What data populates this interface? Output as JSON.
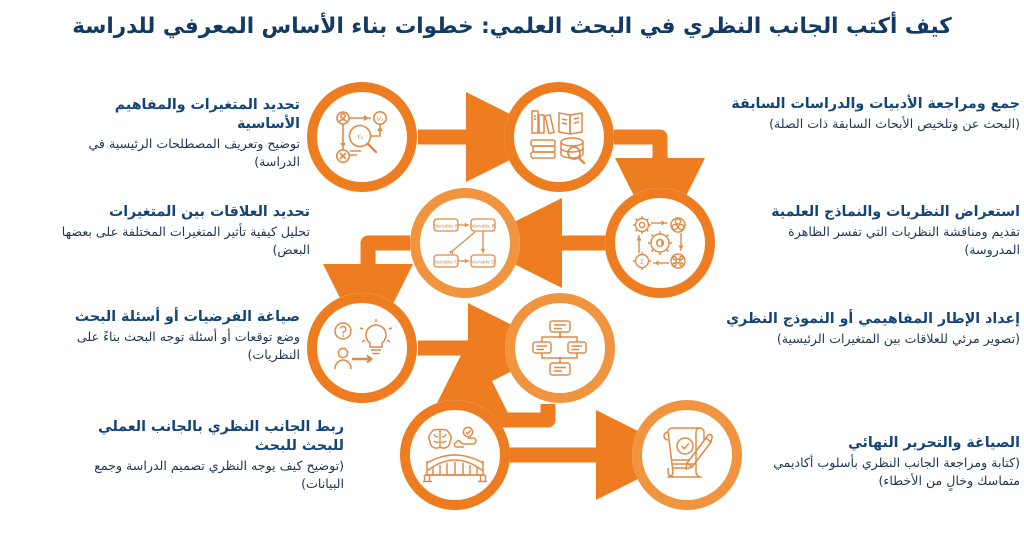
{
  "title": "كيف أكتب الجانب النظري في البحث العلمي: خطوات بناء الأساس المعرفي للدراسة",
  "colors": {
    "title_blue": "#123a63",
    "heading_blue": "#14457a",
    "body_blue": "#1d3557",
    "orange_dark": "#ee7d22",
    "orange_light": "#f0943f",
    "icon_stroke": "#e08a46",
    "background": "#ffffff"
  },
  "steps": [
    {
      "id": 1,
      "heading": "تحديد المتغيرات والمفاهيم الأساسية",
      "subtitle": "توضيح وتعريف المصطلحات الرئيسية في الدراسة)",
      "icon": "variables-magnifier-icon",
      "text_side": "right"
    },
    {
      "id": 2,
      "heading": "جمع ومراجعة الأدبيات والدراسات السابقة",
      "subtitle": "(البحث عن وتلخيص الأبحاث السابقة ذات الصلة)",
      "icon": "books-search-icon",
      "text_side": "left"
    },
    {
      "id": 3,
      "heading": "استعراض النظريات والنماذج العلمية",
      "subtitle": "تقديم ومناقشة النظريات التي تفسر الظاهرة المدروسة)",
      "icon": "gears-cycle-icon",
      "text_side": "left"
    },
    {
      "id": 4,
      "heading": "تحديد العلاقات بين المتغيرات",
      "subtitle": "تحليل كيفية تأثير المتغيرات المختلفة على بعضها البعض)",
      "icon": "relationship-diagram-icon",
      "text_side": "right"
    },
    {
      "id": 5,
      "heading": "صياغة الفرضيات أو أسئلة البحث",
      "subtitle": "وضع توقعات أو أسئلة توجه البحث بناءً على النظريات)",
      "icon": "question-idea-icon",
      "text_side": "right"
    },
    {
      "id": 6,
      "heading": "إعداد الإطار المفاهيمي أو النموذج النظري",
      "subtitle": "(تصوير مرئي للعلاقات بين المتغيرات الرئيسية)",
      "icon": "flowchart-model-icon",
      "text_side": "left"
    },
    {
      "id": 7,
      "heading": "ربط الجانب النظري بالجانب العملي للبحث للبحث",
      "subtitle": "(توضيح كيف يوجه النظري تصميم الدراسة وجمع البيانات)",
      "icon": "brain-bridge-icon",
      "text_side": "right"
    },
    {
      "id": 8,
      "heading": "الصياغة والتحرير النهائي",
      "subtitle": "(كتابة ومراجعة الجانب النظري بأسلوب أكاديمي متماسك وخالٍ من الأخطاء)",
      "icon": "document-approved-pencil-icon",
      "text_side": "left"
    }
  ],
  "connectors": [
    {
      "from": 1,
      "to": 2,
      "direction": "right-horizontal"
    },
    {
      "from": 2,
      "to": 3,
      "direction": "down-elbow"
    },
    {
      "from": 3,
      "to": 4,
      "direction": "left-horizontal"
    },
    {
      "from": 4,
      "to": 5,
      "direction": "down-elbow"
    },
    {
      "from": 5,
      "to": 6,
      "direction": "right-horizontal"
    },
    {
      "from": 6,
      "to": 7,
      "direction": "down-elbow"
    },
    {
      "from": 7,
      "to": 8,
      "direction": "right-horizontal"
    }
  ]
}
